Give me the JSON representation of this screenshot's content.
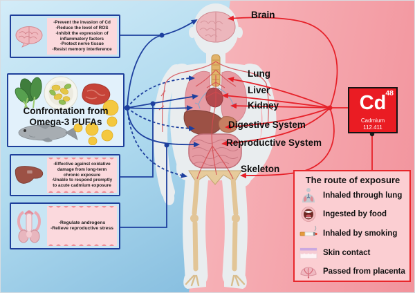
{
  "info_boxes": {
    "brain": {
      "lines": [
        "-Prevent the invasion of Cd",
        "-Reduce the level of ROS",
        "-Inhibit the expression of",
        "inflammatory factors",
        "-Protect nerve tissue",
        "-Resist memory interference"
      ]
    },
    "omega3": {
      "line1": "Confrontation from",
      "line2": "Omega-3 PUFAs"
    },
    "liver": {
      "lines": [
        "-Effective against oxidative",
        "damage from long-term",
        "chronic  exposure",
        "-Unable to respond promptly",
        "to acute cadmium exposure"
      ]
    },
    "reproductive": {
      "lines": [
        "-Regulate androgens",
        "-Relieve reproductive stress"
      ]
    }
  },
  "organ_labels": {
    "brain": "Brain",
    "lung": "Lung",
    "liver": "Liver",
    "kidney": "Kidney",
    "digestive": "Digestive System",
    "reproductive": "Reproductive System",
    "skeleton": "Skeleton"
  },
  "cd_element": {
    "atomic_number": "48",
    "symbol": "Cd",
    "name": "Cadmium",
    "atomic_mass": "112.411"
  },
  "route_of_exposure": {
    "title": "The route of exposure",
    "items": [
      {
        "icon": "lung-inhalation-icon",
        "label": "Inhaled through lung"
      },
      {
        "icon": "mouth-icon",
        "label": "Ingested by food"
      },
      {
        "icon": "cigarette-icon",
        "label": "Inhaled by smoking"
      },
      {
        "icon": "skin-layers-icon",
        "label": "Skin contact"
      },
      {
        "icon": "placenta-icon",
        "label": "Passed from placenta"
      }
    ]
  },
  "colors": {
    "background_blue": "#aed9ee",
    "background_pink": "#f7b6bb",
    "connector_blue": "#1d3f9e",
    "connector_red": "#e62129",
    "cd_box_red": "#ea1c23",
    "panel_pink": "#fbd9dd",
    "box_border_blue": "#1e3f9b"
  }
}
